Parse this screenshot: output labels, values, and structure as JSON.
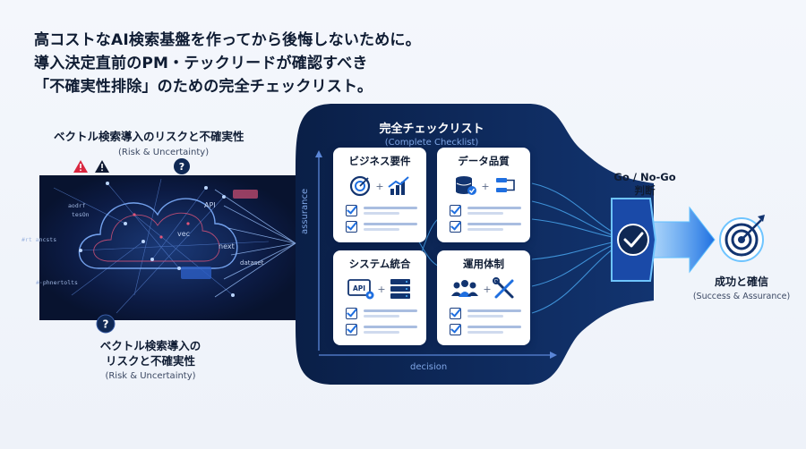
{
  "headline": [
    "高コストなAI検索基盤を作ってから後悔しないために。",
    "導入決定直前のPM・テックリードが確認すべき",
    "「不確実性排除」のための完全チェックリスト。"
  ],
  "risk_top": {
    "jp": "ベクトル検索導入のリスクと不確実性",
    "en": "(Risk & Uncertainty)"
  },
  "risk_bottom": {
    "jp_line1": "ベクトル検索導入の",
    "jp_line2": "リスクと不確実性",
    "en": "(Risk & Uncertainty)"
  },
  "network_labels": {
    "api": "API",
    "vec": "vec",
    "next": "next",
    "dataset": "dataset",
    "code1": "#rt ancsts",
    "code2": "#·phnertolts",
    "code3": "aodrf",
    "code4": "tesOn"
  },
  "panel": {
    "title": "完全チェックリスト",
    "subtitle": "(Complete Checklist)"
  },
  "cards": [
    {
      "id": "business",
      "title": "ビジネス要件",
      "icons": [
        "target-icon",
        "growth-chart-icon"
      ]
    },
    {
      "id": "data",
      "title": "データ品質",
      "icons": [
        "database-check-icon",
        "data-flow-icon"
      ]
    },
    {
      "id": "system",
      "title": "システム統合",
      "icons": [
        "api-gear-icon",
        "server-icon"
      ]
    },
    {
      "id": "operation",
      "title": "運用体制",
      "icons": [
        "team-icon",
        "tools-icon"
      ]
    }
  ],
  "axes": {
    "y": "assurance",
    "x": "decision"
  },
  "gonogo": {
    "line1": "Go / No-Go",
    "line2": "判断"
  },
  "success": {
    "jp": "成功と確信",
    "en": "(Success & Assurance)"
  },
  "colors": {
    "panel": "#0f2854",
    "accent": "#1f6fe0",
    "glow": "#4fb4ff"
  }
}
